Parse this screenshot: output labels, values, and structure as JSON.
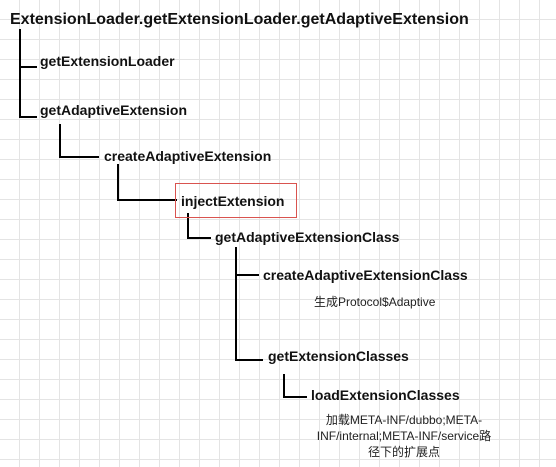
{
  "tree": {
    "root": "ExtensionLoader.getExtensionLoader.getAdaptiveExtension",
    "n_get_loader": "getExtensionLoader",
    "n_get_adaptive": "getAdaptiveExtension",
    "n_create_adaptive": "createAdaptiveExtension",
    "n_inject": "injectExtension",
    "n_get_adaptive_class": "getAdaptiveExtensionClass",
    "n_create_adaptive_class": "createAdaptiveExtensionClass",
    "n_get_classes": "getExtensionClasses",
    "n_load_classes": "loadExtensionClasses"
  },
  "notes": {
    "protocol_adaptive": "生成Protocol$Adaptive",
    "load_paths_line1": "加载META-INF/dubbo;META-",
    "load_paths_line2": "INF/internal;META-INF/service路",
    "load_paths_line3": "径下的扩展点"
  },
  "colors": {
    "connector": "#000000",
    "highlight_border": "#d9534f",
    "grid": "#e4e4e4"
  }
}
